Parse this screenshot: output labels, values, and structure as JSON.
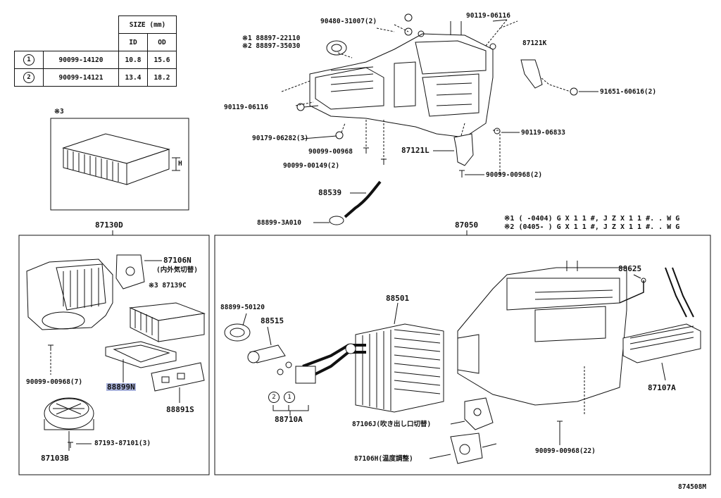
{
  "size_table": {
    "header": "SIZE (mm)",
    "col_id": "ID",
    "col_od": "OD",
    "rows": [
      {
        "mark": "1",
        "part": "90099-14120",
        "id": "10.8",
        "od": "15.6"
      },
      {
        "mark": "2",
        "part": "90099-14121",
        "id": "13.4",
        "od": "18.2"
      }
    ]
  },
  "filter_box": {
    "mark": "※3",
    "dim": "H"
  },
  "notes": {
    "n1_mark": "※1",
    "n1_range": "(      -0404)",
    "n1_models": "G X 1 1 #,  J Z X 1 1 #. .  W G",
    "n2_mark": "※2",
    "n2_range": "(0405-      )",
    "n2_models": "G X 1 1 #,  J Z X 1 1 #. .  W G"
  },
  "labels": {
    "p90480": "90480-31007(2)",
    "p90119a": "90119-06116",
    "p88897a": "※1 88897-22110",
    "p88897b": "※2 88897-35030",
    "p87121k": "87121K",
    "p91651": "91651-60616(2)",
    "p90119b": "90119-06116",
    "p90179": "90179-06282(3)",
    "p90119c": "90119-06833",
    "p90099a": "90099-00968",
    "p87121l": "87121L",
    "p90099b": "90099-00149(2)",
    "p90099c": "90099-00968(2)",
    "p88539": "88539",
    "p88899a": "88899-3A010",
    "p87130d": "87130D",
    "p87050": "87050",
    "p87106n": "87106N",
    "p87106n_sub": "(内外気切替)",
    "p87139c": "※3 87139C",
    "p90099d": "90099-00968(7)",
    "p88899n": "88899N",
    "p88891s": "88891S",
    "p87193": "87193-87101(3)",
    "p87103b": "87103B",
    "p88899b": "88899-50120",
    "p88515": "88515",
    "p88501": "88501",
    "p88625": "88625",
    "p88710a": "88710A",
    "c2": "2",
    "c1": "1",
    "p87106j": "87106J(吹き出し口切替)",
    "p87106h": "87106H(温度調整)",
    "p87107a": "87107A",
    "p90099e": "90099-00968(22)",
    "diagram_no": "874508M"
  }
}
